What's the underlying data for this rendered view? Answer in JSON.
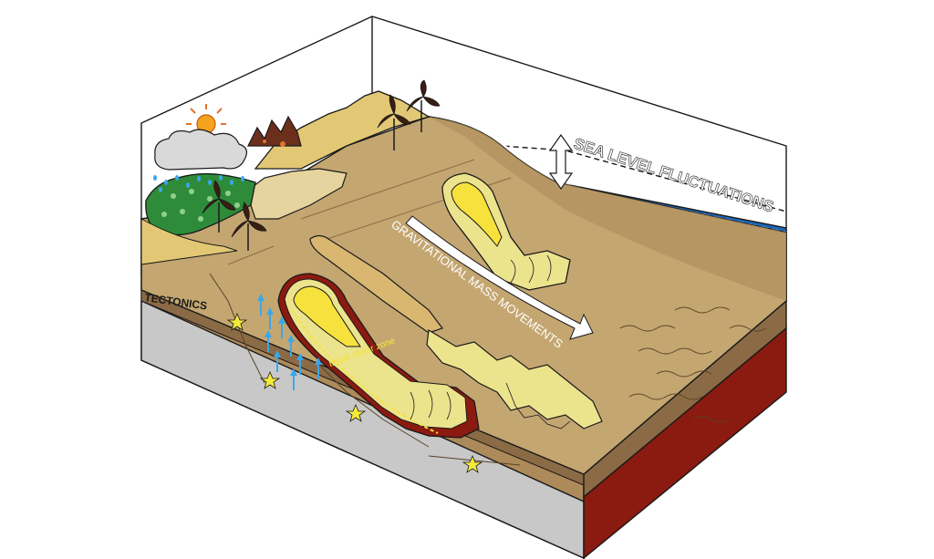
{
  "labels": {
    "sea_level": "SEA LEVEL FLUCTUATIONS",
    "gravitational": "GRAVITATIONAL MASS MOVEMENTS",
    "tectonics": "TECTONICS",
    "shear_zone": "basal shear zone"
  },
  "colors": {
    "sea": "#1c64b4",
    "sediment_top": "#c4a671",
    "sediment_front": "#ad8a5a",
    "seafloor_front": "#8b6b45",
    "basement": "#c8c8c8",
    "red_layer": "#8b1a10",
    "landslide": "#ece38d",
    "landslide_core": "#f7e23d",
    "forest": "#2e8b3a",
    "cloud": "#d9d9d9",
    "sun": "#f5a31f",
    "fluid": "#3aa7e8",
    "earthquake_star": "#f4ea3a",
    "outline": "#1a1a1a"
  },
  "icons": [
    "sun-icon",
    "rain-cloud-icon",
    "volcano-icon",
    "wind-turbine-icon",
    "earthquake-star-icon",
    "fluid-arrow-icon",
    "double-arrow-icon"
  ]
}
